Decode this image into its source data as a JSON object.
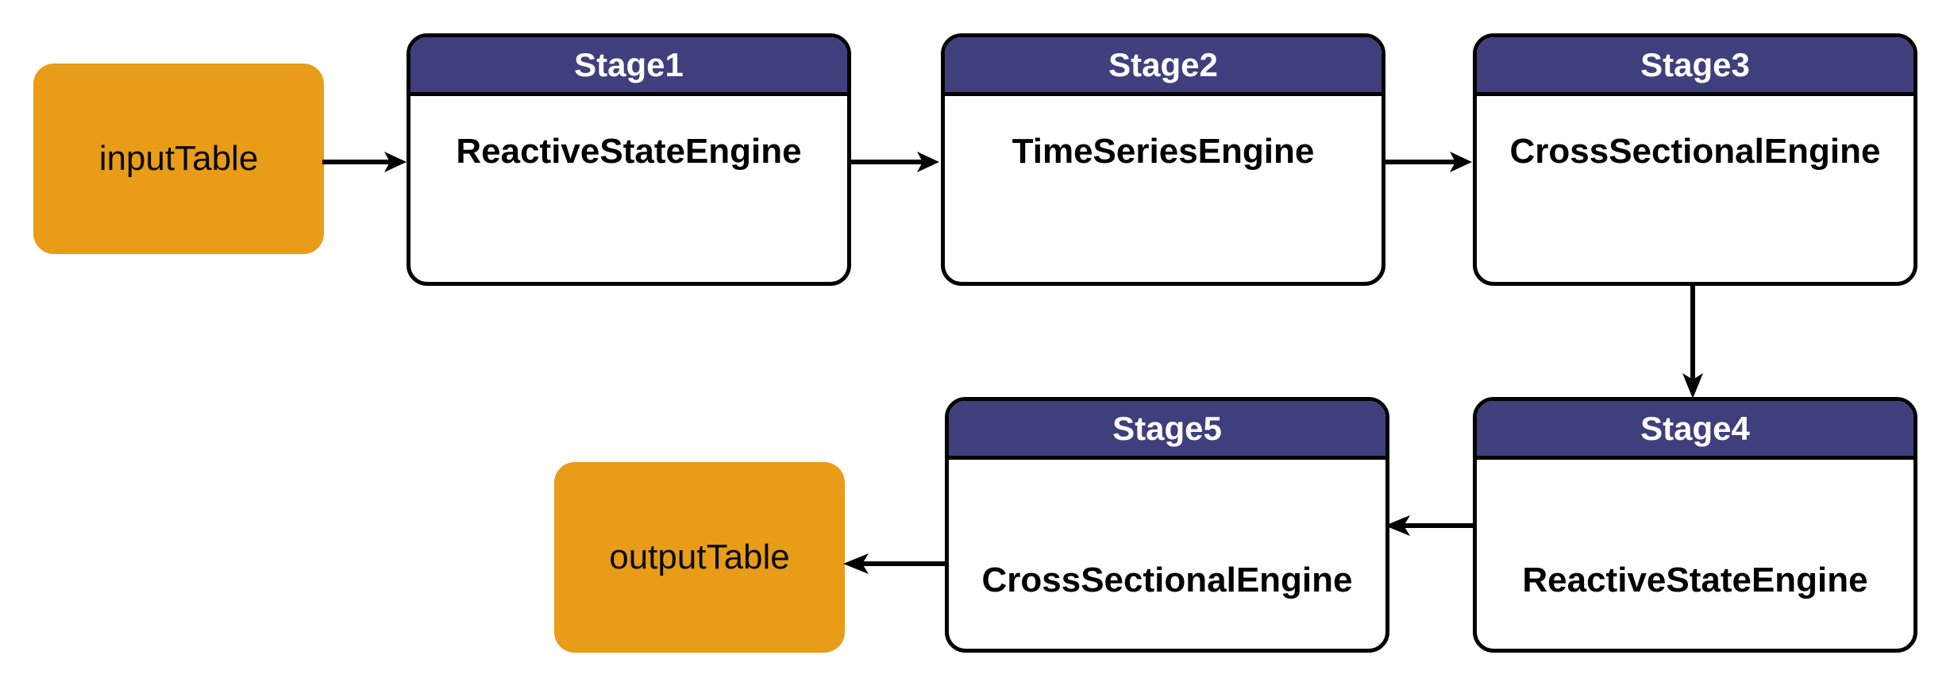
{
  "diagram": {
    "title": "pipeline-flow-diagram",
    "colors": {
      "data_node_fill": "#E89C17",
      "stage_header_fill": "#3F3F7D",
      "stage_body_fill": "#FFFFFF",
      "stroke": "#000000",
      "header_text": "#FFFFFF",
      "body_text": "#000000",
      "background": "#FFFFFF"
    },
    "data_nodes": [
      {
        "id": "inputTable",
        "label": "inputTable"
      },
      {
        "id": "outputTable",
        "label": "outputTable"
      }
    ],
    "stages": [
      {
        "id": "stage1",
        "title": "Stage1",
        "engine": "ReactiveStateEngine"
      },
      {
        "id": "stage2",
        "title": "Stage2",
        "engine": "TimeSeriesEngine"
      },
      {
        "id": "stage3",
        "title": "Stage3",
        "engine": "CrossSectionalEngine"
      },
      {
        "id": "stage4",
        "title": "Stage4",
        "engine": "ReactiveStateEngine"
      },
      {
        "id": "stage5",
        "title": "Stage5",
        "engine": "CrossSectionalEngine"
      }
    ],
    "edges": [
      {
        "id": "edge-input-stage1",
        "from": "inputTable",
        "to": "stage1",
        "direction": "right"
      },
      {
        "id": "edge-stage1-stage2",
        "from": "stage1",
        "to": "stage2",
        "direction": "right"
      },
      {
        "id": "edge-stage2-stage3",
        "from": "stage2",
        "to": "stage3",
        "direction": "right"
      },
      {
        "id": "edge-stage3-stage4",
        "from": "stage3",
        "to": "stage4",
        "direction": "down"
      },
      {
        "id": "edge-stage4-stage5",
        "from": "stage4",
        "to": "stage5",
        "direction": "left"
      },
      {
        "id": "edge-stage5-output",
        "from": "stage5",
        "to": "outputTable",
        "direction": "left"
      }
    ]
  }
}
